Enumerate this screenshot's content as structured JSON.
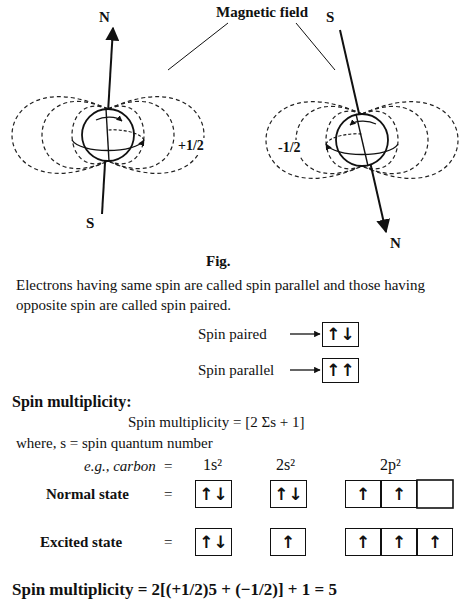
{
  "diagram": {
    "caption": "Fig.",
    "nodes": [
      {
        "text": [
          "↑↓"
        ]
      },
      {
        "text": [
          "↑↑"
        ]
      },
      {
        "text": [
          "↑↓"
        ]
      },
      {
        "text": [
          "↑↓"
        ]
      },
      {
        "text": [
          "↑"
        ]
      },
      {
        "text": [
          "↑"
        ]
      },
      {
        "text": [
          "↑↓"
        ]
      },
      {
        "text": [
          "↑"
        ]
      },
      {
        "text": [
          "↑"
        ]
      },
      {
        "text": [
          "↑"
        ]
      },
      {
        "text": [
          "↑"
        ]
      }
    ],
    "labels": [
      "Magnetic field",
      "N",
      "+1/2",
      "-1/2",
      "S",
      "S",
      "N",
      "Electrons having same spin are called spin parallel and those having opposite spin are called spin paired.",
      "Spin paired",
      "Spin parallel",
      "Spin multiplicity:",
      "Spin multiplicity = [2 Σs + 1]",
      "where, s = spin quantum number",
      "e.g., carbon",
      "=",
      "1s²",
      "2s²",
      "2p²",
      "Normal state",
      "=",
      "Excited state",
      "=",
      "Spin multiplicity = 2[(+1/2)5 + (−1/2)] + 1 = 5"
    ]
  }
}
